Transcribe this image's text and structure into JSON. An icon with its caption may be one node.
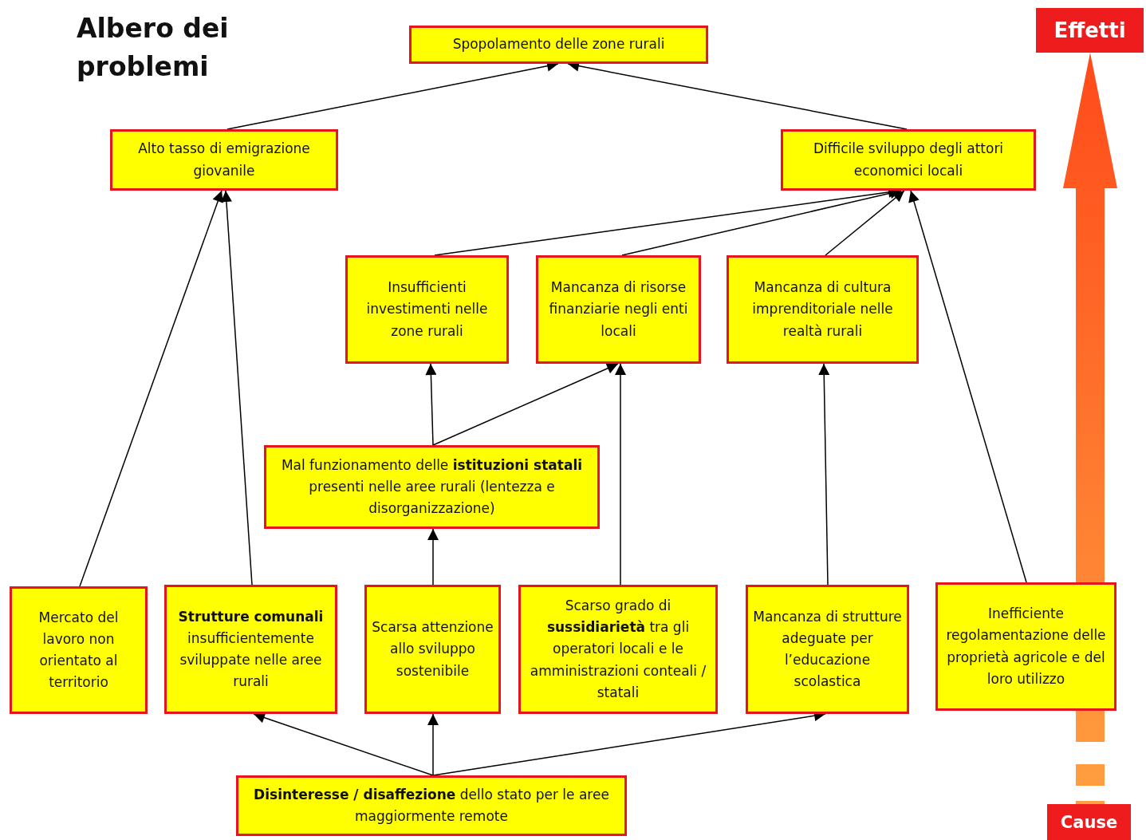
{
  "diagram": {
    "title": "Albero dei problemi",
    "nodes": [
      {
        "text": [
          "Spopolamento delle zone rurali"
        ]
      },
      {
        "text": [
          "Alto tasso di emigrazione giovanile"
        ]
      },
      {
        "text": [
          "Difficile sviluppo degli attori economici locali"
        ]
      },
      {
        "text": [
          "Insufficienti investimenti nelle zone rurali"
        ]
      },
      {
        "text": [
          "Mancanza di risorse finanziarie negli enti locali"
        ]
      },
      {
        "text": [
          "Mancanza di cultura imprenditoriale nelle realtà rurali"
        ]
      },
      {
        "text": [
          "Mal funzionamento delle **istituzioni statali** presenti nelle aree rurali (lentezza e disorganizzazione)"
        ]
      },
      {
        "text": [
          "Mercato del lavoro non orientato al territorio"
        ]
      },
      {
        "text": [
          "**Strutture comunali** insufficientemente sviluppate nelle aree rurali"
        ]
      },
      {
        "text": [
          "Scarsa attenzione allo sviluppo sostenibile"
        ]
      },
      {
        "text": [
          "Scarso grado di **sussidiarietà** tra gli operatori locali e le amministrazioni conteali / statali"
        ]
      },
      {
        "text": [
          "Mancanza di strutture adeguate per l’educazione scolastica"
        ]
      },
      {
        "text": [
          "Inefficiente regolamentazione delle proprietà agricole e del loro utilizzo"
        ]
      },
      {
        "text": [
          "**Disinteresse / disaffezione** dello stato per le aree maggiormente remote"
        ]
      },
      {
        "text": [
          "Effetti"
        ]
      },
      {
        "text": [
          "Cause"
        ]
      }
    ],
    "edges": [
      {
        "from": 1,
        "to": 0,
        "arrow": "to"
      },
      {
        "from": 2,
        "to": 0,
        "arrow": "to"
      },
      {
        "from": 3,
        "to": 2,
        "arrow": "to"
      },
      {
        "from": 4,
        "to": 2,
        "arrow": "to"
      },
      {
        "from": 5,
        "to": 2,
        "arrow": "to"
      },
      {
        "from": 12,
        "to": 2,
        "arrow": "to"
      },
      {
        "from": 7,
        "to": 1,
        "arrow": "to"
      },
      {
        "from": 8,
        "to": 1,
        "arrow": "to"
      },
      {
        "from": 6,
        "to": 3,
        "arrow": "to"
      },
      {
        "from": 6,
        "to": 4,
        "arrow": "to"
      },
      {
        "from": 10,
        "to": 4,
        "arrow": "to"
      },
      {
        "from": 11,
        "to": 5,
        "arrow": "to"
      },
      {
        "from": 9,
        "to": 6,
        "arrow": "to"
      },
      {
        "from": 13,
        "to": 8,
        "arrow": "to"
      },
      {
        "from": 13,
        "to": 9,
        "arrow": "to"
      },
      {
        "from": 13,
        "to": 11,
        "arrow": "to"
      },
      {
        "from": 15,
        "to": 14,
        "arrow": "to",
        "style": "thick",
        "color": "#ff4a1a"
      }
    ]
  }
}
